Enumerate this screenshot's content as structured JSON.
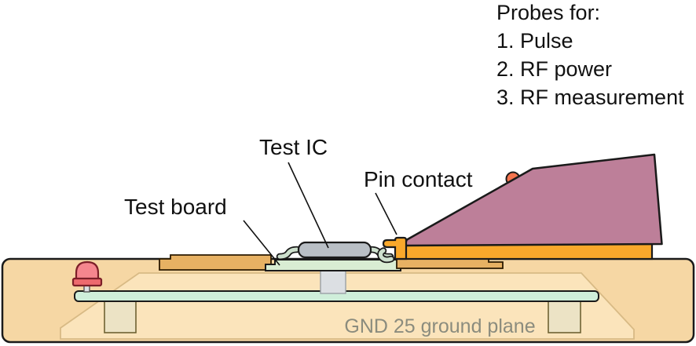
{
  "labels": {
    "test_ic": "Test IC",
    "pin_contact": "Pin contact",
    "test_board": "Test board",
    "ground_plane": "GND 25 ground plane"
  },
  "probes": {
    "title": "Probes for:",
    "items": [
      "1. Pulse",
      "2. RF power",
      "3. RF measurement"
    ]
  },
  "colors": {
    "base_tan": "#f6d7a4",
    "inner_tan": "#fbe4bb",
    "inner_edge": "#d8ba85",
    "beige_block": "#ece3c5",
    "beige_edge": "#6f6233",
    "strip_green": "#cfeeda",
    "board_green": "#d9edd3",
    "lead_green": "#cde0cd",
    "copper": "#e7b163",
    "copper_edge": "#2b1a00",
    "pillar_grey": "#dcdfe3",
    "pillar_edge": "#9aa0a6",
    "ic_grey": "#b9bfc5",
    "orange": "#f9a82b",
    "maroon": "#bd7f99",
    "red_bump": "#f4744e",
    "led_pink": "#f5868e",
    "led_red": "#ed6a6e",
    "led_edge": "#7c1f28",
    "gnd_text": "#8b8c7e",
    "outline": "#1a1a1a"
  }
}
